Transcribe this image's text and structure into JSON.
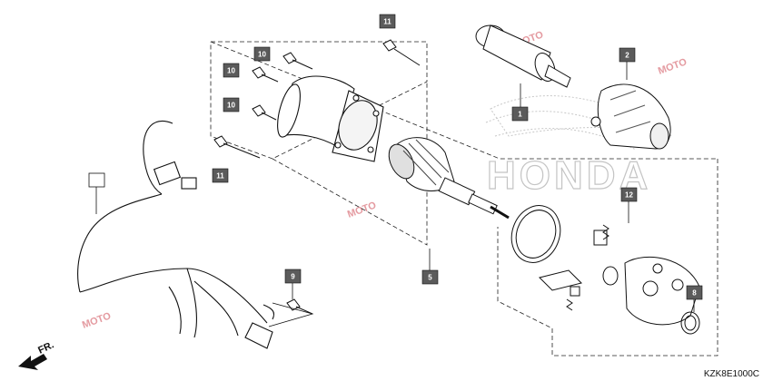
{
  "diagram": {
    "drawing_code": "KZK8E1000C",
    "direction_label": "FR.",
    "background_logo": "HONDA",
    "watermark_text": "MOTO",
    "callouts": [
      {
        "label": "1"
      },
      {
        "label": "2"
      },
      {
        "label": "5"
      },
      {
        "label": "8"
      },
      {
        "label": "9"
      },
      {
        "label": "10"
      },
      {
        "label": "10"
      },
      {
        "label": "10"
      },
      {
        "label": "11"
      },
      {
        "label": "11"
      },
      {
        "label": "12"
      },
      {
        "label": ""
      }
    ],
    "colors": {
      "callout_fill": "#5b5b5b",
      "line": "#111111",
      "watermark": "#e49aa0",
      "logo": "#c4c4c4"
    }
  }
}
